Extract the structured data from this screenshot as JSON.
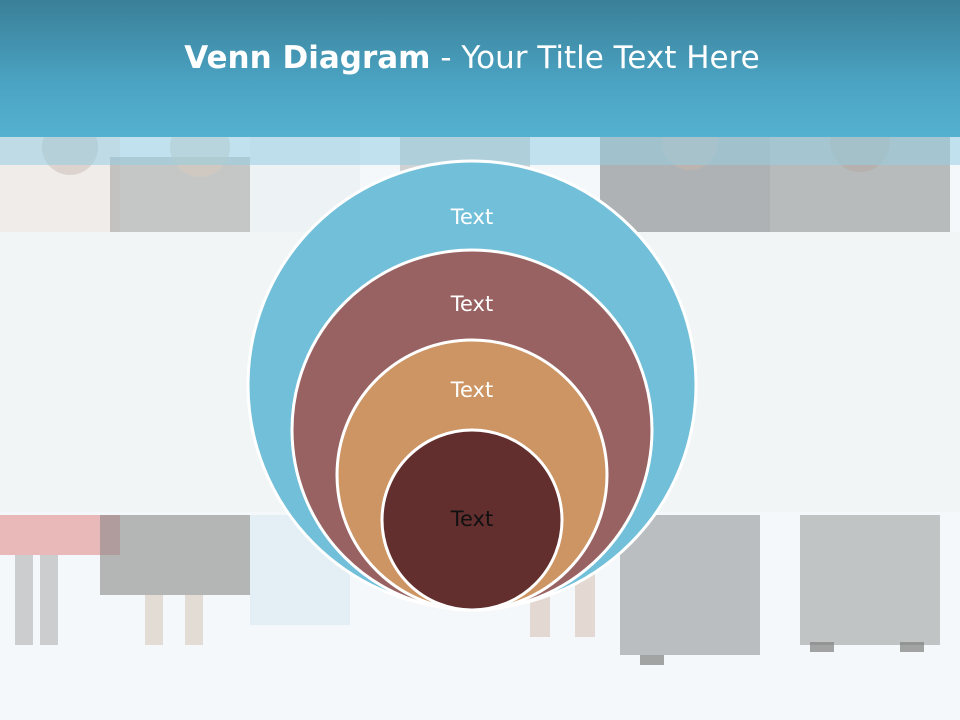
{
  "title": {
    "bold": "Venn Diagram",
    "rest": " - Your Title Text Here"
  },
  "colors": {
    "header": "#4aa3c2",
    "ring1": "#72bfd9",
    "ring2": "#986262",
    "ring3": "#cc9563",
    "ring4": "#632e2e"
  },
  "diagram": {
    "rings": [
      {
        "label": "Text"
      },
      {
        "label": "Text"
      },
      {
        "label": "Text"
      },
      {
        "label": "Text"
      }
    ]
  }
}
